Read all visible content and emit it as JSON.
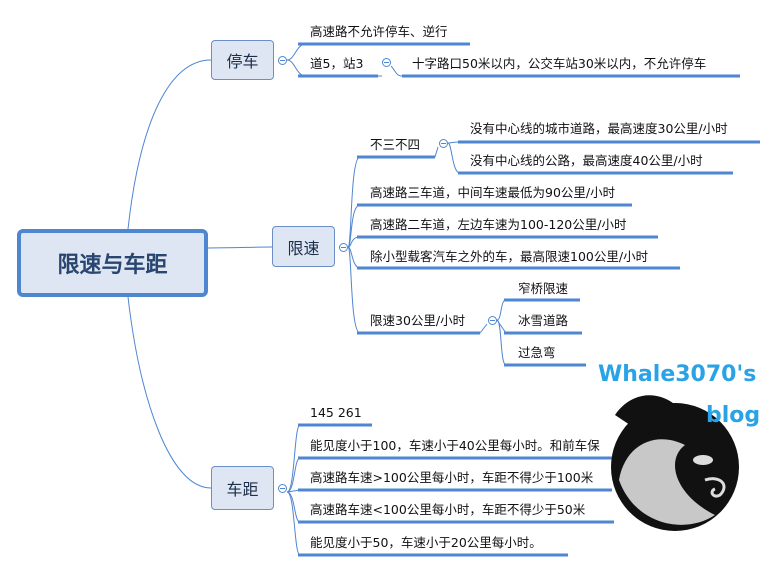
{
  "root": {
    "label": "限速与车距"
  },
  "branches": {
    "parking": {
      "label": "停车",
      "items": [
        "高速路不允许停车、逆行",
        "道5，站3"
      ],
      "sub": [
        "十字路口50米以内，公交车站30米以内，不允许停车"
      ]
    },
    "speed": {
      "label": "限速",
      "group1": {
        "label": "不三不四",
        "items": [
          "没有中心线的城市道路，最高速度30公里/小时",
          "没有中心线的公路，最高速度40公里/小时"
        ]
      },
      "items": [
        "高速路三车道，中间车速最低为90公里/小时",
        "高速路二车道，左边车速为100-120公里/小时",
        "除小型载客汽车之外的车，最高限速100公里/小时"
      ],
      "group2": {
        "label": "限速30公里/小时",
        "items": [
          "窄桥限速",
          "冰雪道路",
          "过急弯"
        ]
      }
    },
    "distance": {
      "label": "车距",
      "items": [
        "145 261",
        "能见度小于100，车速小于40公里每小时。和前车保",
        "高速路车速>100公里每小时，车距不得少于100米",
        "高速路车速<100公里每小时，车距不得少于50米",
        "能见度小于50，车速小于20公里每小时。"
      ]
    }
  },
  "watermark": {
    "line1": "Whale3070's",
    "line2": "blog"
  },
  "colors": {
    "line": "#4f86d0",
    "watermark": "#29a3e6"
  }
}
